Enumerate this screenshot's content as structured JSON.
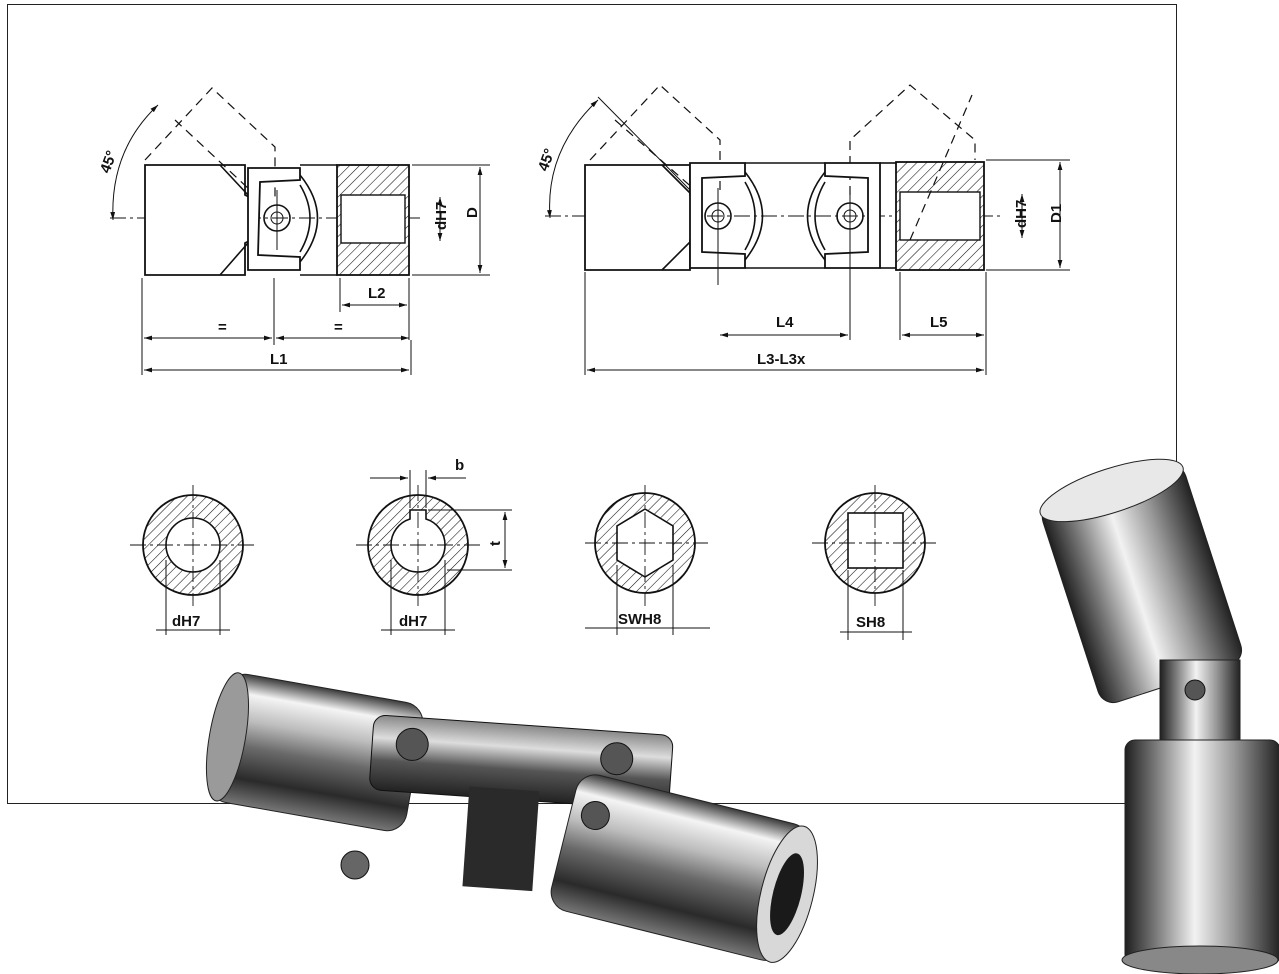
{
  "drawing": {
    "single_joint": {
      "angle_label": "45°",
      "dim_bore": "dH7",
      "dim_outer": "D",
      "dim_half_left": "=",
      "dim_half_right": "=",
      "dim_bore_length": "L2",
      "dim_total_length": "L1"
    },
    "double_joint": {
      "angle_label": "45°",
      "dim_bore": "dH7",
      "dim_outer": "D1",
      "dim_center_distance": "L4",
      "dim_bore_length": "L5",
      "dim_total_length": "L3-L3x"
    },
    "sections": [
      {
        "kind": "round-bore",
        "label": "dH7"
      },
      {
        "kind": "keyway-bore",
        "label": "dH7",
        "key_width": "b",
        "key_depth": "t"
      },
      {
        "kind": "hex-bore",
        "label": "SWH8"
      },
      {
        "kind": "square-bore",
        "label": "SH8"
      }
    ]
  },
  "photos": {
    "joint_horizontal": "universal-joint-photo",
    "joint_vertical": "universal-joint-photo"
  },
  "colors": {
    "line": "#111111",
    "background": "#ffffff",
    "steel_light": "#f2f2f2",
    "steel_dark": "#1a1a1a"
  }
}
